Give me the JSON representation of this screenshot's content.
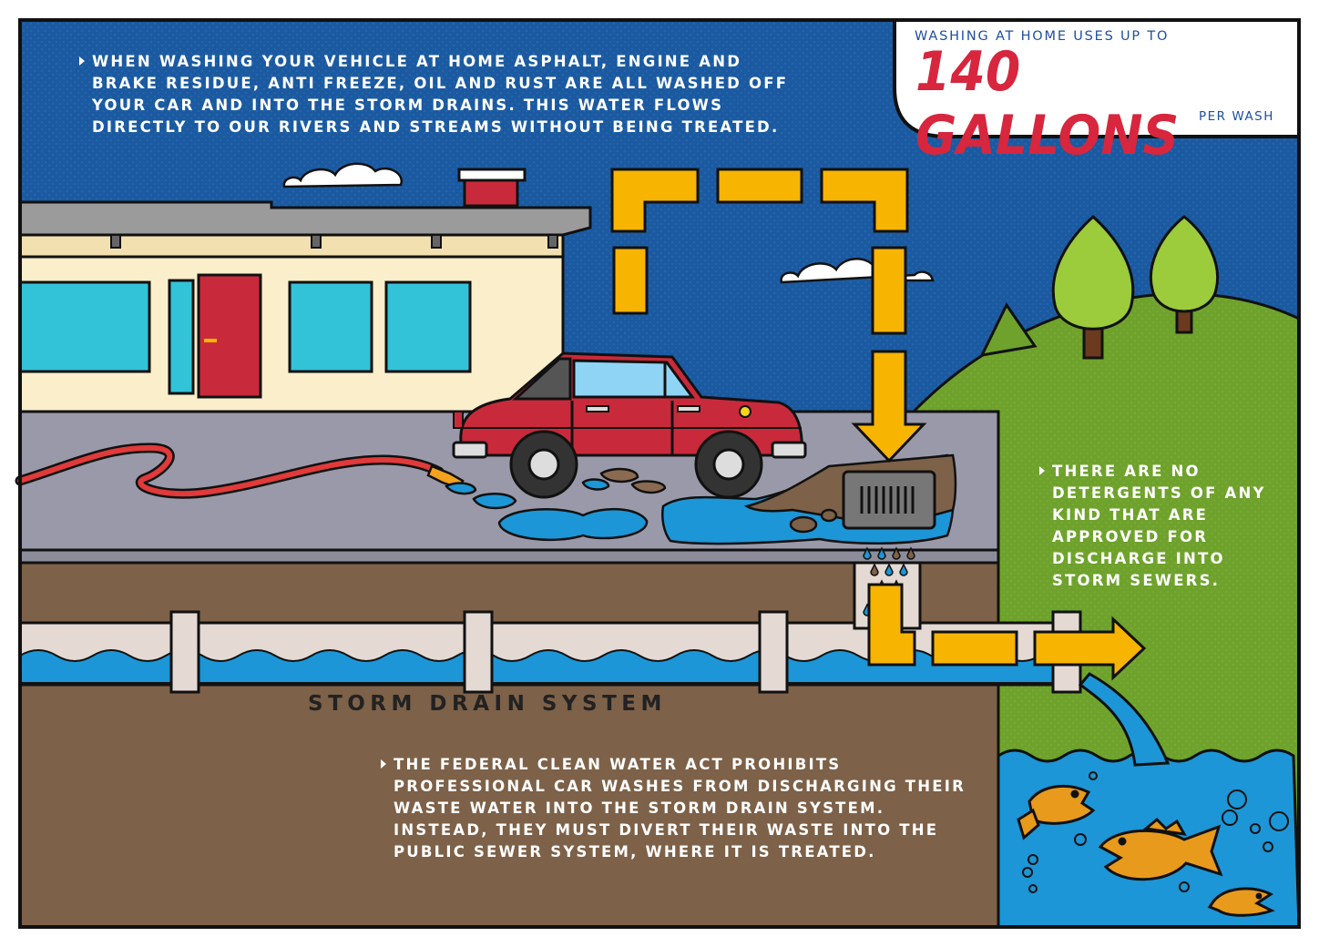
{
  "stat": {
    "top_line": "WASHING AT HOME USES UP TO",
    "big_number": "140 GALLONS",
    "bottom_line": "PER WASH"
  },
  "intro_text": "WHEN WASHING YOUR VEHICLE AT HOME ASPHALT, ENGINE AND\nBRAKE RESIDUE, ANTI FREEZE, OIL AND RUST ARE ALL WASHED OFF\nYOUR CAR AND INTO THE STORM DRAINS. THIS WATER FLOWS\nDIRECTLY TO OUR RIVERS AND STREAMS WITHOUT BEING TREATED.",
  "detergent_text": "THERE ARE NO\nDETERGENTS OF ANY\nKIND THAT ARE\nAPPROVED FOR\nDISCHARGE INTO\nSTORM SEWERS.",
  "drain_label": "STORM DRAIN SYSTEM",
  "law_text": "THE FEDERAL CLEAN WATER ACT PROHIBITS\nPROFESSIONAL CAR WASHES FROM DISCHARGING THEIR\nWASTE WATER INTO THE STORM DRAIN SYSTEM.\nINSTEAD, THEY MUST DIVERT THEIR WASTE INTO THE\nPUBLIC SEWER SYSTEM, WHERE IT IS TREATED.",
  "colors": {
    "sky": "#1b5aa0",
    "ground": "#7d6148",
    "street": "#9a99a9",
    "grass": "#6ea22c",
    "water": "#1c96d6",
    "house": "#fbeecb",
    "car": "#c92a3b",
    "arrow": "#f7b400",
    "stat_red": "#d7263d",
    "stat_blue": "#1f4fa0"
  }
}
